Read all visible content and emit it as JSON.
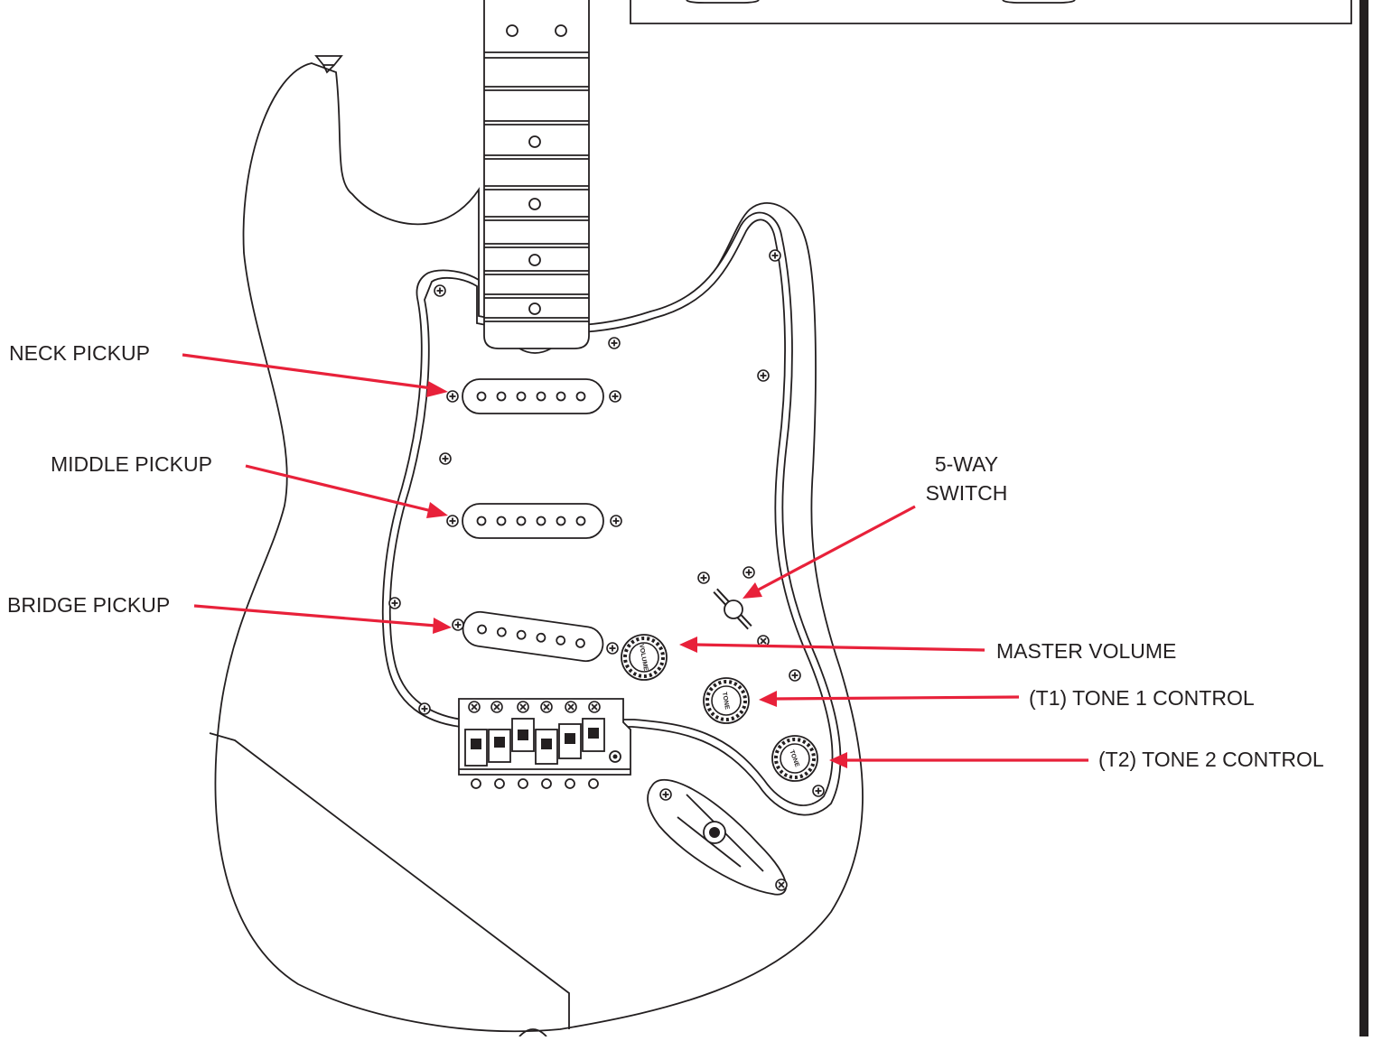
{
  "diagram": {
    "labels": {
      "neck_pickup": "NECK PICKUP",
      "middle_pickup": "MIDDLE PICKUP",
      "bridge_pickup": "BRIDGE PICKUP",
      "switch_line1": "5-WAY",
      "switch_line2": "SWITCH",
      "master_volume": "MASTER VOLUME",
      "tone1": "(T1) TONE 1 CONTROL",
      "tone2": "(T2) TONE 2 CONTROL"
    },
    "knob_text": {
      "volume": "VOLUME",
      "tone_1": "TONE",
      "tone_2": "TONE"
    }
  },
  "colors": {
    "arrow": "#e8213a",
    "line": "#231f20",
    "background": "#ffffff"
  }
}
